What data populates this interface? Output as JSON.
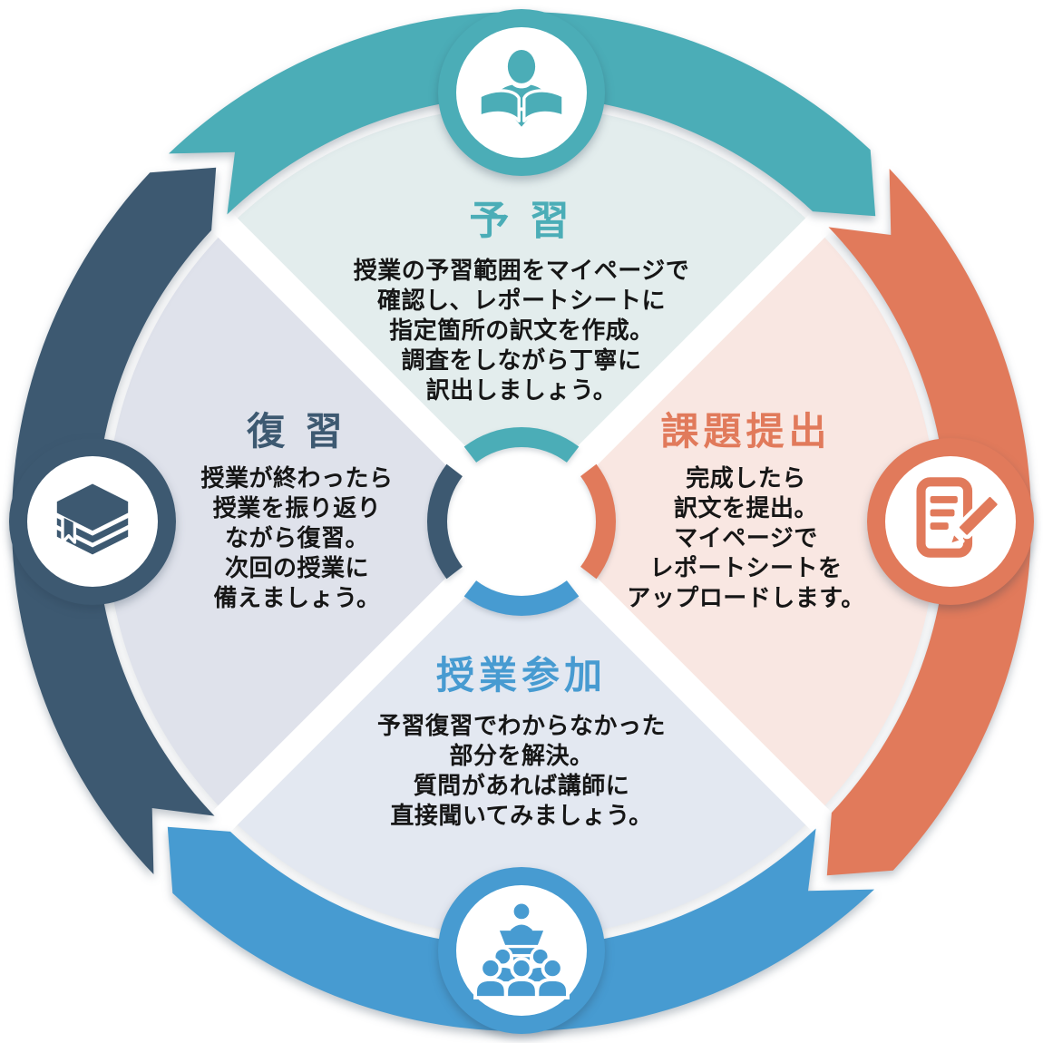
{
  "diagram": {
    "steps": [
      {
        "key": "preparation",
        "title": "予 習",
        "body": "授業の予習範囲をマイページで\n確認し、レポートシートに\n指定箇所の訳文を作成。\n調査をしながら丁寧に\n訳出しましょう。",
        "accent": "#4BADB7",
        "bg": "#E3EDED",
        "icon": "person-reading-book-icon",
        "position": "top"
      },
      {
        "key": "assignment-submission",
        "title": "課題提出",
        "body": "完成したら\n訳文を提出。\nマイページで\nレポートシートを\nアップロードします。",
        "accent": "#E17A5B",
        "bg": "#F9E7E2",
        "icon": "document-pencil-icon",
        "position": "right"
      },
      {
        "key": "class-participation",
        "title": "授業参加",
        "body": "予習復習でわからなかった\n部分を解決。\n質問があれば講師に\n直接聞いてみましょう。",
        "accent": "#479BD1",
        "bg": "#E3E8F1",
        "icon": "lecturer-audience-icon",
        "position": "bottom"
      },
      {
        "key": "review",
        "title": "復 習",
        "body": "授業が終わったら\n授業を振り返り\nながら復習。\n次回の授業に\n備えましょう。",
        "accent": "#3D5971",
        "bg": "#DFE2EB",
        "icon": "book-stack-icon",
        "position": "left"
      }
    ],
    "flow": "clockwise"
  }
}
